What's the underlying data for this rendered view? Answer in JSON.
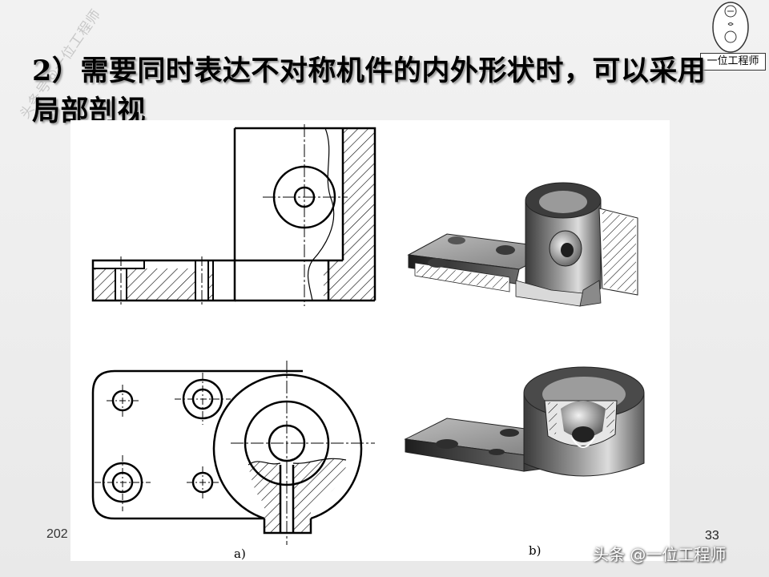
{
  "slide": {
    "title": "2）需要同时表达不对称机件的内外形状时，可以采用局部剖视",
    "caption_a": "a)",
    "caption_b": "b)",
    "footer_date": "202",
    "page_number": "33"
  },
  "branding": {
    "corner_watermark": "头条号@一位工程师",
    "seal_label": "一位工程师",
    "overlay_watermark": "头条 @一位工程师"
  },
  "colors": {
    "background": "#eeeeee",
    "panel": "#ffffff",
    "ink": "#000000"
  }
}
